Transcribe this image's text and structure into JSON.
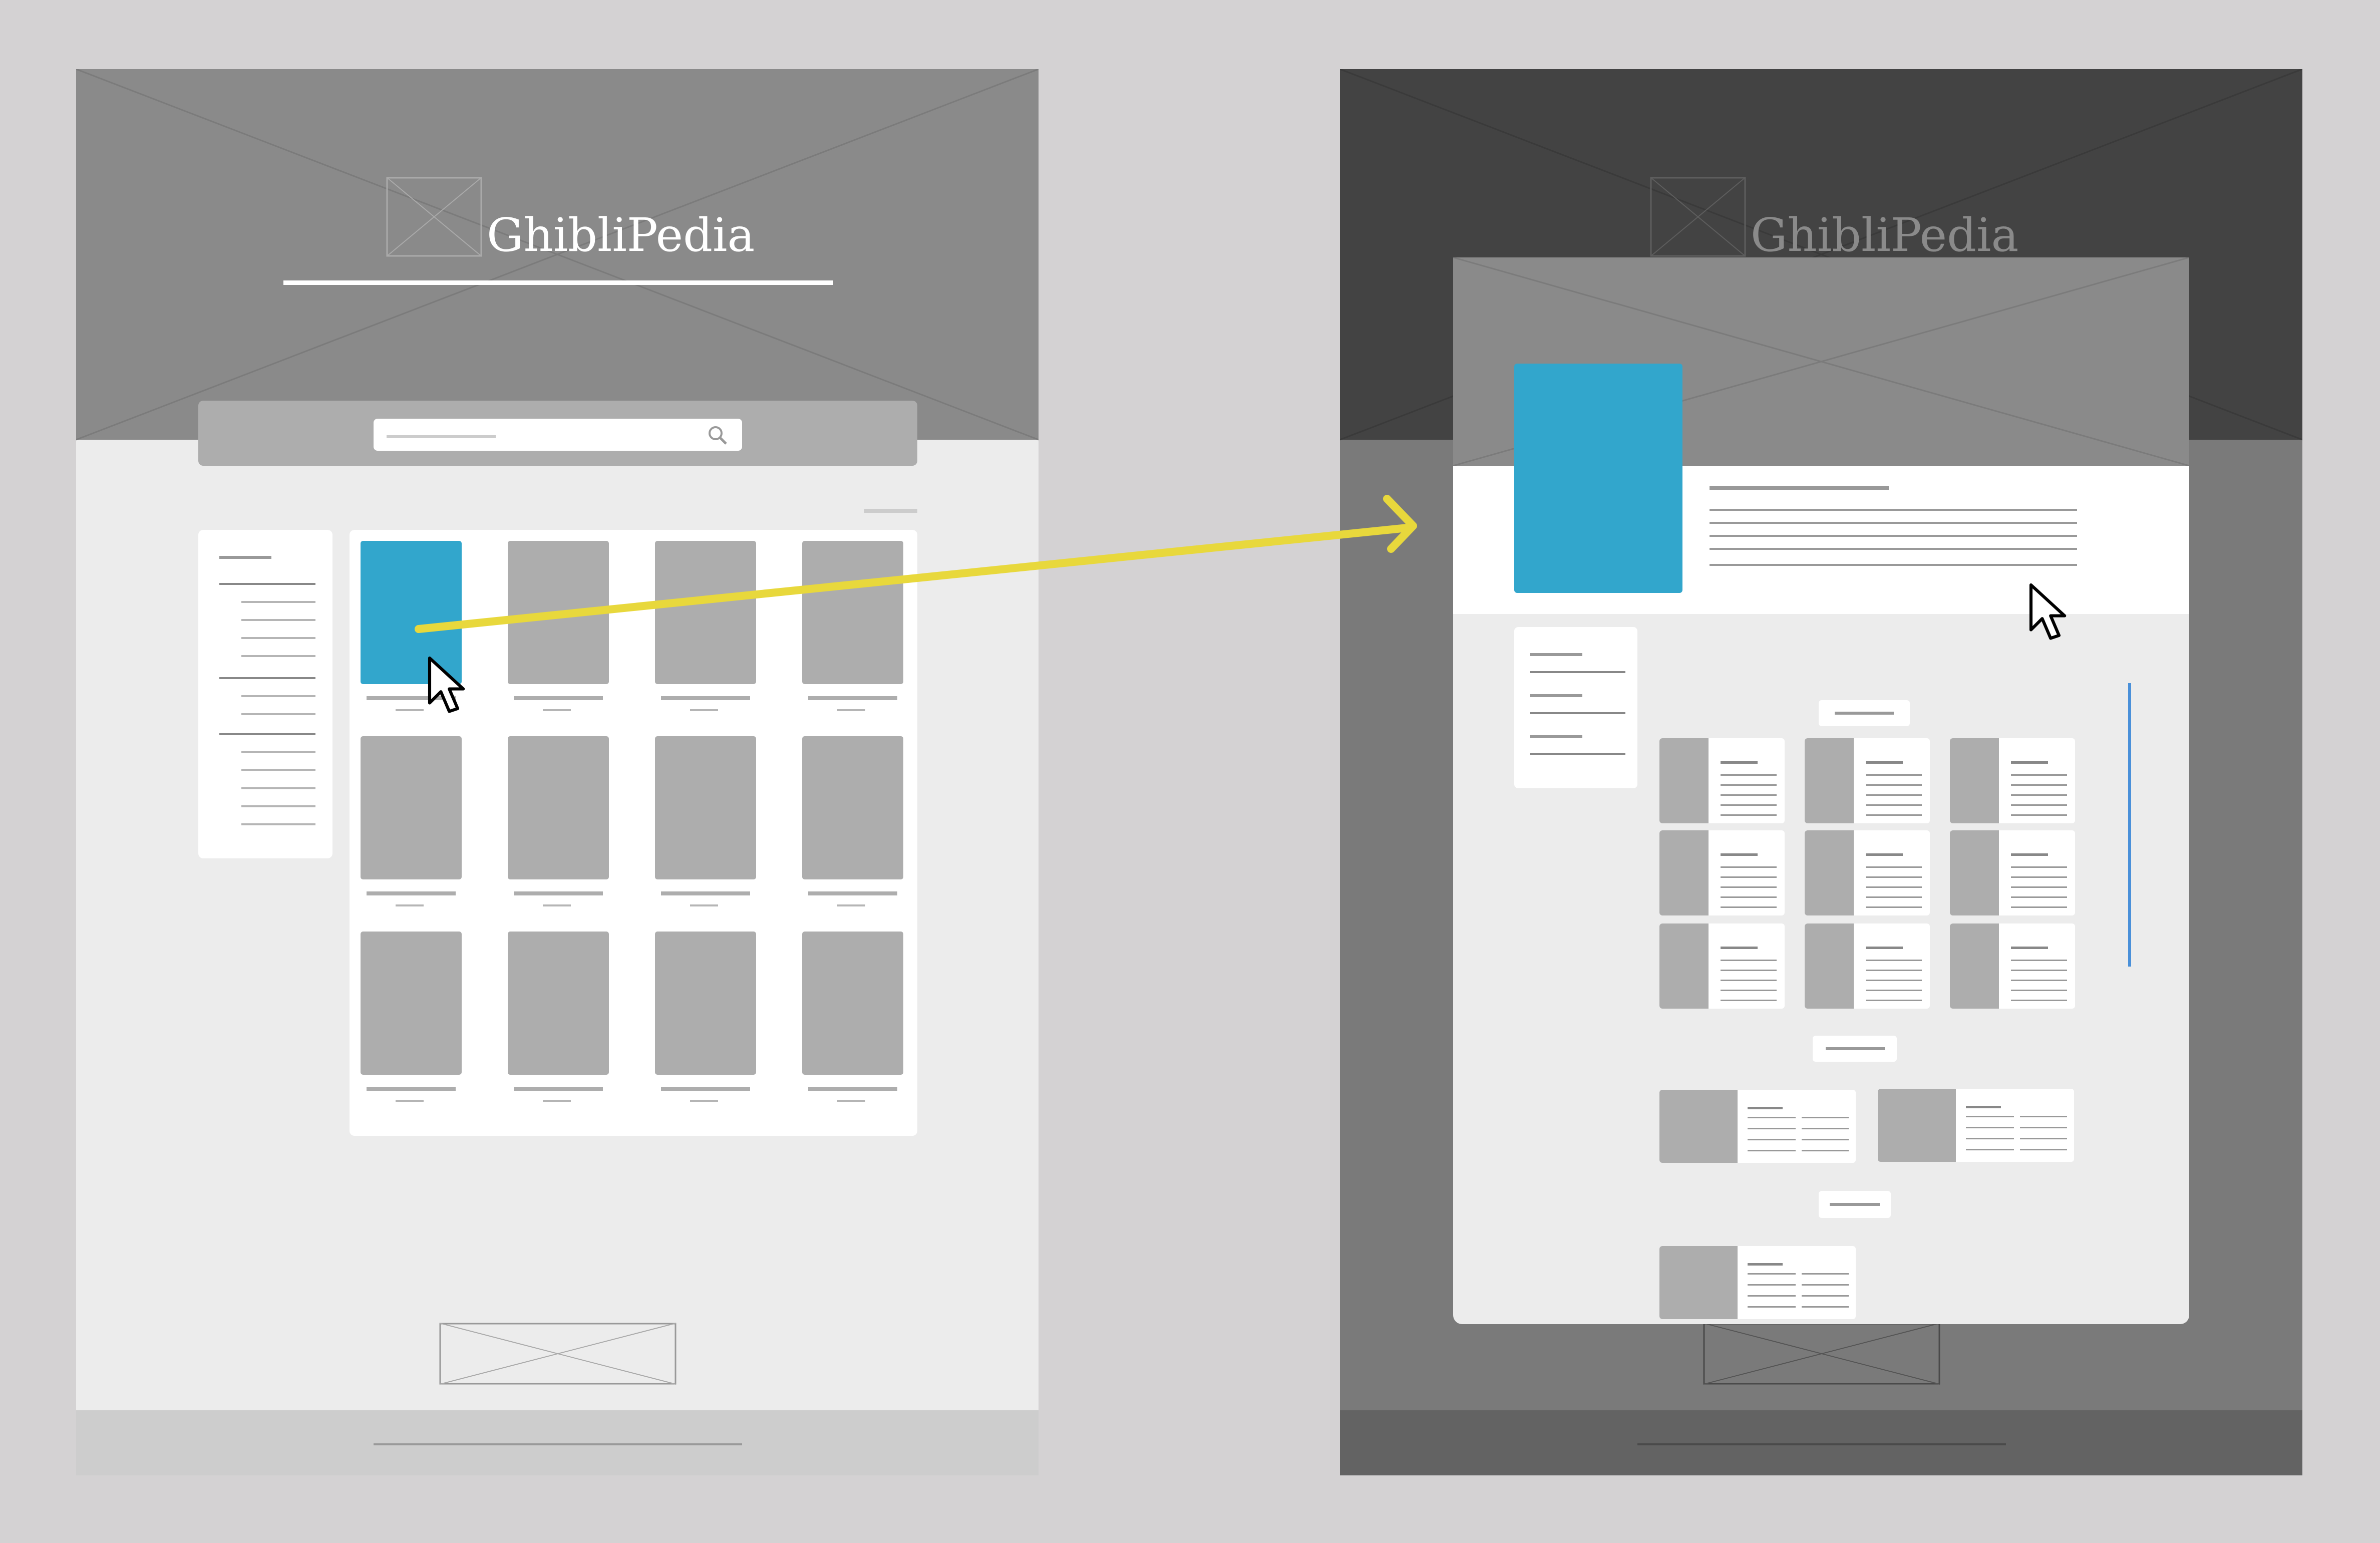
{
  "left_wireframe": {
    "site_title": "GhibliPedia",
    "poster_grid": {
      "rows": 3,
      "columns": 4,
      "selected_index": 0
    },
    "colors": {
      "hero_bg": "#8a8a8a",
      "page_bg": "#ececec",
      "footer_bg": "#cdcdcd",
      "card_bg": "#ffffff",
      "placeholder": "#adadad",
      "selected_poster": "#32a6cc"
    }
  },
  "right_wireframe": {
    "site_title": "GhibliPedia",
    "modal": {
      "colors": {
        "overlay_top": "#434343",
        "overlay_bottom": "#7a7a7a",
        "modal_bg": "#ececec",
        "poster": "#32a6cc",
        "scrollbar": "#4a90d9"
      }
    }
  },
  "transition": {
    "arrow_color": "#e8d83c",
    "trigger": "click-poster-opens-modal"
  }
}
